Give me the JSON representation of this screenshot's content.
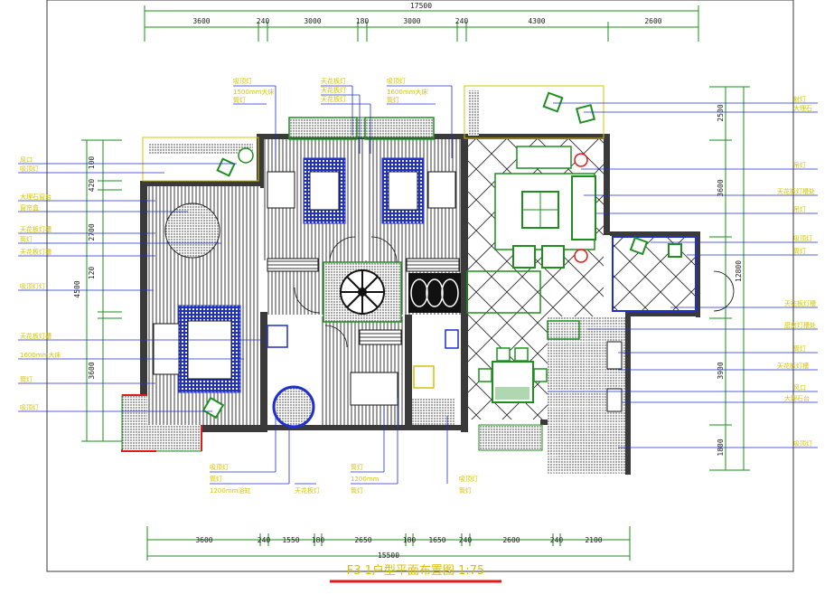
{
  "title": "F3 1户型平面布置图  1:75",
  "colors": {
    "frame": "#3a3a3a",
    "dimension": "#1e8f1e",
    "leader": "#1f2fd0",
    "label": "#d6c300",
    "wall": "#3a3a3a",
    "title_underline": "#e31a1a"
  },
  "top_dimensions": {
    "overall": "17500",
    "segments": [
      "3600",
      "240",
      "3000",
      "180",
      "3000",
      "240",
      "4300",
      "2600"
    ]
  },
  "bottom_dimensions": {
    "overall": "15500",
    "segments": [
      "3600",
      "240",
      "1550",
      "180",
      "2650",
      "180",
      "1650",
      "240",
      "2600",
      "240",
      "2100"
    ]
  },
  "left_dimensions": [
    "100",
    "420",
    "2700",
    "120",
    "4500",
    "3600"
  ],
  "right_dimensions": [
    "2500",
    "3600",
    "12800",
    "3900",
    "1800"
  ],
  "labels_left": [
    "风口",
    "吸顶灯",
    "大理石窗台",
    "窗帘盒",
    "天花板灯槽",
    "筒灯",
    "天花板灯槽",
    "吸顶灯灯",
    "天花板灯槽",
    "1600mm大床",
    "筒灯",
    "吸顶灯"
  ],
  "labels_right": [
    "射灯",
    "大理石",
    "吊灯",
    "天花板灯槽处",
    "吊灯",
    "吸顶灯",
    "筒灯",
    "天花板灯槽",
    "厨房灯槽处",
    "筒灯",
    "天花板灯槽",
    "风口",
    "大理石台",
    "吸顶灯"
  ],
  "labels_top": [
    "吸顶灯",
    "1500mm大床",
    "筒灯",
    "天花板灯",
    "天花板灯",
    "天花板灯",
    "吸顶灯",
    "1600mm大床",
    "筒灯"
  ],
  "labels_bottom": [
    "吸顶灯",
    "筒灯",
    "1200mm浴缸",
    "天花板灯",
    "筒灯",
    "1200mm",
    "筒灯",
    "吸顶灯",
    "筒灯"
  ]
}
